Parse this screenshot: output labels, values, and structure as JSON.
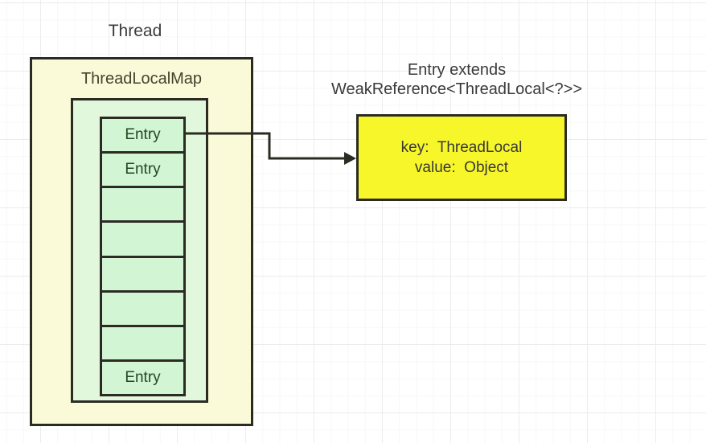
{
  "diagram": {
    "thread_label": "Thread",
    "map_box": {
      "title": "ThreadLocalMap"
    },
    "entry_stack": {
      "cells": [
        "Entry",
        "Entry",
        "",
        "",
        "",
        "",
        "",
        "Entry"
      ]
    },
    "caption": {
      "line1": "Entry extends",
      "line2": "WeakReference<ThreadLocal<?>>"
    },
    "detail_box": {
      "key_line": "key:  ThreadLocal",
      "value_line": "value:  Object"
    },
    "colors": {
      "map_fill": "#fafad8",
      "inner_fill": "#e2f8dc",
      "cell_fill": "#d2f5d4",
      "detail_fill": "#f7f62a",
      "line": "#2b2b24",
      "text_dark": "#3b3b3b",
      "entry_text": "#24491f",
      "title_text": "#45422f"
    }
  }
}
